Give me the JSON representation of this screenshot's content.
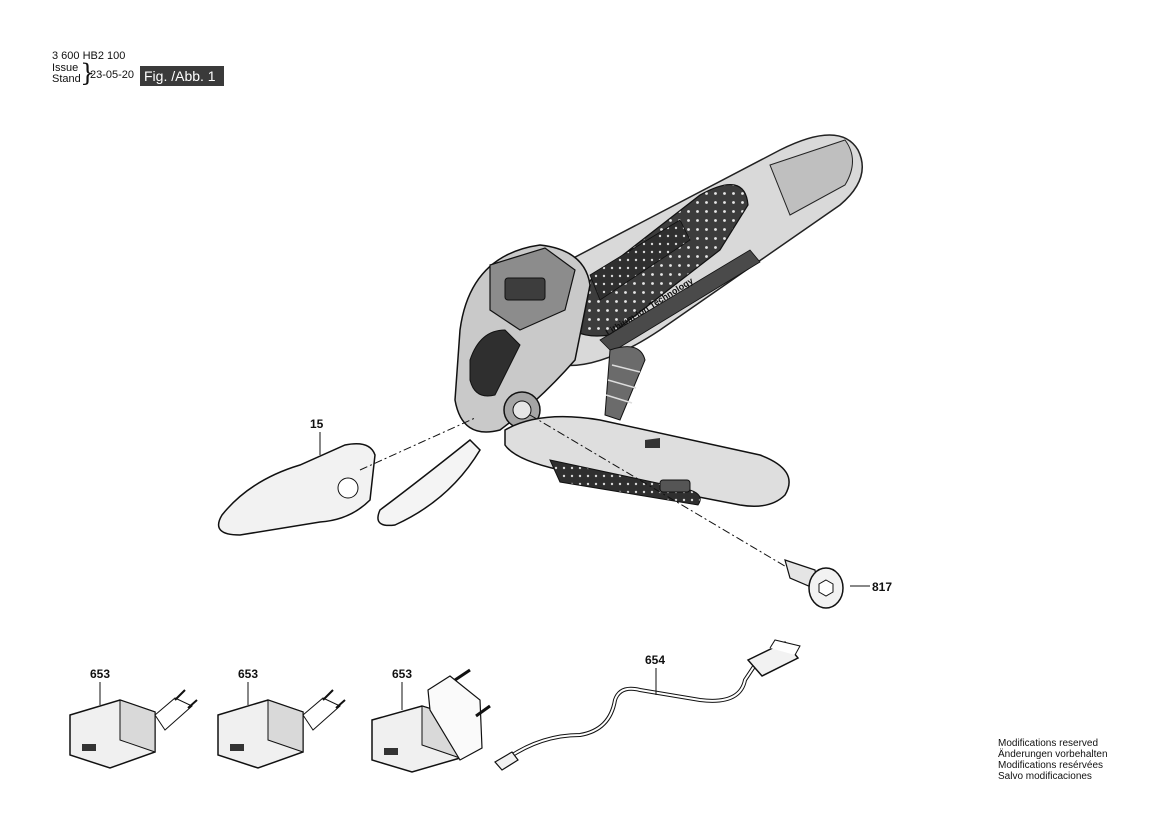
{
  "header": {
    "doc_number": "3 600 HB2 100",
    "issue_label": "Issue",
    "stand_label": "Stand",
    "date": "23-05-20",
    "figure_label": "Fig. /Abb. 1"
  },
  "parts": [
    {
      "number": "15",
      "name": "blade"
    },
    {
      "number": "817",
      "name": "screw"
    },
    {
      "number": "653",
      "name": "charger-eu"
    },
    {
      "number": "653",
      "name": "charger-eu-2"
    },
    {
      "number": "653",
      "name": "charger-uk"
    },
    {
      "number": "654",
      "name": "usb-cable"
    }
  ],
  "tool": {
    "imprint": "Lithium-Ion Technology"
  },
  "footer": {
    "modifications": [
      "Modifications reserved",
      "Änderungen vorbehalten",
      "Modifications resérvées",
      "Salvo modificaciones"
    ]
  }
}
